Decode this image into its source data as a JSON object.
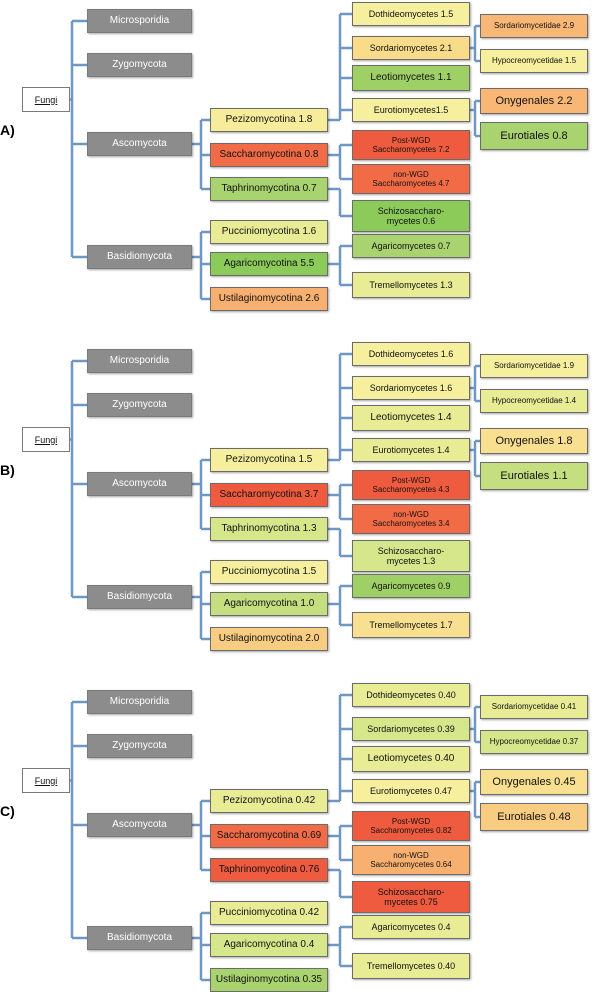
{
  "panels": [
    {
      "label": "A)",
      "nodes": {
        "fungi": "Fungi",
        "microsporidia": "Microsporidia",
        "zygomycota": "Zygomycota",
        "ascomycota": "Ascomycota",
        "basidiomycota": "Basidiomycota",
        "pezizomycotina": "Pezizomycotina  1.8",
        "saccharomycotina": "Saccharomycotina  0.8",
        "taphrinomycotina": "Taphrinomycotina  0.7",
        "pucciniomycotina": "Pucciniomycotina  1.6",
        "agaricomycotina": "Agaricomycotina  5.5",
        "ustilaginomycotina": "Ustilaginomycotina  2.6",
        "dothideomycetes": "Dothideomycetes  1.5",
        "sordariomycetes": "Sordariomycetes  2.1",
        "leotiomycetes": "Leotiomycetes  1.1",
        "eurotiomycetes": "Eurotiomycetes1.5",
        "post_wgd": "Post-WGD\nSaccharomycetes  7.2",
        "non_wgd": "non-WGD\nSaccharomycetes  4.7",
        "schizosaccharomycetes": "Schizosaccharo-\nmycetes  0.6",
        "agaricomycetes": "Agaricomycetes  0.7",
        "tremellomycetes": "Tremellomycetes  1.3",
        "sordariomycetidae": "Sordariomycetidae  2.9",
        "hypocreomycetidae": "Hypocreomycetidae  1.5",
        "onygenales": "Onygenales   2.2",
        "eurotiales": "Eurotiales  0.8"
      },
      "colors": {
        "pezizomycotina": "#f7ec9a",
        "saccharomycotina": "#f26b47",
        "taphrinomycotina": "#a8d36e",
        "pucciniomycotina": "#e8ec95",
        "agaricomycotina": "#8ccb5a",
        "ustilaginomycotina": "#f8b070",
        "dothideomycetes": "#f6ef9e",
        "sordariomycetes": "#f8dc8a",
        "leotiomycetes": "#9fd065",
        "eurotiomycetes": "#f6ef9e",
        "post_wgd": "#ee5b3e",
        "non_wgd": "#f26b47",
        "schizosaccharomycetes": "#8ccb5a",
        "agaricomycetes": "#a8d36e",
        "tremellomycetes": "#e8ec95",
        "sordariomycetidae": "#f8b775",
        "hypocreomycetidae": "#f6ef9e",
        "onygenales": "#f8b775",
        "eurotiales": "#a8d36e"
      }
    },
    {
      "label": "B)",
      "nodes": {
        "fungi": "Fungi",
        "microsporidia": "Microsporidia",
        "zygomycota": "Zygomycota",
        "ascomycota": "Ascomycota",
        "basidiomycota": "Basidiomycota",
        "pezizomycotina": "Pezizomycotina  1.5",
        "saccharomycotina": "Saccharomycotina  3.7",
        "taphrinomycotina": "Taphrinomycotina  1.3",
        "pucciniomycotina": "Pucciniomycotina  1.5",
        "agaricomycotina": "Agaricomycotina  1.0",
        "ustilaginomycotina": "Ustilaginomycotina  2.0",
        "dothideomycetes": "Dothideomycetes  1.6",
        "sordariomycetes": "Sordariomycetes  1.6",
        "leotiomycetes": "Leotiomycetes   1.4",
        "eurotiomycetes": "Eurotiomycetes   1.4",
        "post_wgd": "Post-WGD\nSaccharomycetes  4.3",
        "non_wgd": "non-WGD\nSaccharomycetes  3.4",
        "schizosaccharomycetes": "Schizosaccharo-\nmycetes   1.3",
        "agaricomycetes": "Agaricomycetes   0.9",
        "tremellomycetes": "Tremellomycetes  1.7",
        "sordariomycetidae": "Sordariomycetidae  1.9",
        "hypocreomycetidae": "Hypocreomycetidae  1.4",
        "onygenales": "Onygenales   1.8",
        "eurotiales": "Eurotiales   1.1"
      },
      "colors": {
        "pezizomycotina": "#f6ef9e",
        "saccharomycotina": "#ee5b3e",
        "taphrinomycotina": "#d6e68a",
        "pucciniomycotina": "#f6ef9e",
        "agaricomycotina": "#c5df80",
        "ustilaginomycotina": "#f8cd82",
        "dothideomycetes": "#f6ef9e",
        "sordariomycetes": "#f6ef9e",
        "leotiomycetes": "#e8ec95",
        "eurotiomycetes": "#e8ec95",
        "post_wgd": "#ee5b3e",
        "non_wgd": "#f26b47",
        "schizosaccharomycetes": "#d6e68a",
        "agaricomycetes": "#9fd065",
        "tremellomycetes": "#f8e090",
        "sordariomycetidae": "#f6ef9e",
        "hypocreomycetidae": "#e8ec95",
        "onygenales": "#f8e090",
        "eurotiales": "#c5df80"
      }
    },
    {
      "label": "C)",
      "nodes": {
        "fungi": "Fungi",
        "microsporidia": "Microsporidia",
        "zygomycota": "Zygomycota",
        "ascomycota": "Ascomycota",
        "basidiomycota": "Basidiomycota",
        "pezizomycotina": "Pezizomycotina  0.42",
        "saccharomycotina": "Saccharomycotina  0.69",
        "taphrinomycotina": "Taphrinomycotina  0.76",
        "pucciniomycotina": "Pucciniomycotina  0.42",
        "agaricomycotina": "Agaricomycotina  0.4",
        "ustilaginomycotina": "Ustilaginomycotina  0.35",
        "dothideomycetes": "Dothideomycetes  0.40",
        "sordariomycetes": "Sordariomycetes  0.39",
        "leotiomycetes": "Leotiomycetes  0.40",
        "eurotiomycetes": "Eurotiomycetes  0.47",
        "post_wgd": "Post-WGD\nSaccharomycetes  0.82",
        "non_wgd": "non-WGD\nSaccharomycetes  0.64",
        "schizosaccharomycetes": "Schizosaccharo-\nmycetes  0.75",
        "agaricomycetes": "Agaricomycetes  0.4",
        "tremellomycetes": "Tremellomycetes  0.40",
        "sordariomycetidae": "Sordariomycetidae  0.41",
        "hypocreomycetidae": "Hypocreomycetidae  0.37",
        "onygenales": "Onygenales  0.45",
        "eurotiales": "Eurotiales  0.48"
      },
      "colors": {
        "pezizomycotina": "#e8ec95",
        "saccharomycotina": "#f26b47",
        "taphrinomycotina": "#ee5b3e",
        "pucciniomycotina": "#e8ec95",
        "agaricomycotina": "#d6e68a",
        "ustilaginomycotina": "#a8d36e",
        "dothideomycetes": "#e8ec95",
        "sordariomycetes": "#d6e68a",
        "leotiomycetes": "#e8ec95",
        "eurotiomycetes": "#f6ef9e",
        "post_wgd": "#ee5b3e",
        "non_wgd": "#f8b070",
        "schizosaccharomycetes": "#ee5b3e",
        "agaricomycetes": "#e8ec95",
        "tremellomycetes": "#e8ec95",
        "sordariomycetidae": "#e8ec95",
        "hypocreomycetidae": "#d6e68a",
        "onygenales": "#f8e090",
        "eurotiales": "#f8cd82"
      }
    }
  ],
  "style": {
    "line_color": "#6f97c4",
    "gray_box": "#8c8c8c"
  }
}
